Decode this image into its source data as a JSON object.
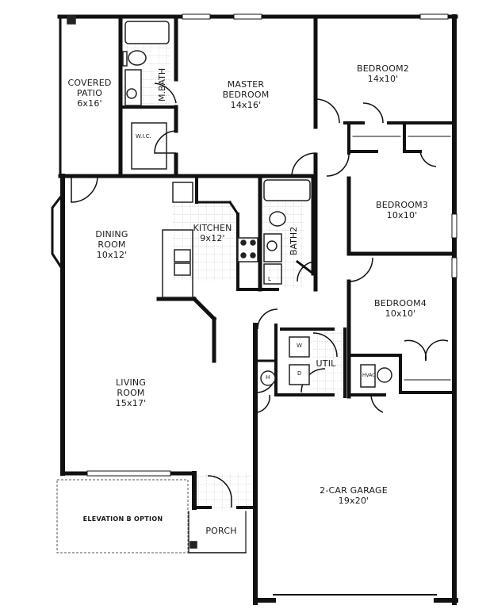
{
  "floor_plan": {
    "rooms": [
      {
        "id": "covered-patio",
        "name": "COVERED PATIO",
        "name_lines": [
          "COVERED",
          "PATIO"
        ],
        "dims": "6x16'"
      },
      {
        "id": "master-bath",
        "name": "M.BATH"
      },
      {
        "id": "wic",
        "name": "W.I.C."
      },
      {
        "id": "master-bedroom",
        "name": "MASTER BEDROOM",
        "name_lines": [
          "MASTER",
          "BEDROOM"
        ],
        "dims": "14x16'"
      },
      {
        "id": "bedroom2",
        "name": "BEDROOM2",
        "dims": "14x10'"
      },
      {
        "id": "bedroom3",
        "name": "BEDROOM3",
        "dims": "10x10'"
      },
      {
        "id": "dining-room",
        "name": "DINING ROOM",
        "name_lines": [
          "DINING",
          "ROOM"
        ],
        "dims": "10x12'"
      },
      {
        "id": "kitchen",
        "name": "KITCHEN",
        "dims": "9x12'"
      },
      {
        "id": "bath2",
        "name": "BATH2"
      },
      {
        "id": "bedroom4",
        "name": "BEDROOM4",
        "dims": "10x10'"
      },
      {
        "id": "util",
        "name": "UTIL"
      },
      {
        "id": "living-room",
        "name": "LIVING ROOM",
        "name_lines": [
          "LIVING",
          "ROOM"
        ],
        "dims": "15x17'"
      },
      {
        "id": "garage",
        "name": "2-CAR GARAGE",
        "dims": "19x20'"
      },
      {
        "id": "porch",
        "name": "PORCH"
      },
      {
        "id": "elevation-option",
        "name": "ELEVATION B OPTION"
      }
    ],
    "fixture_labels": {
      "washer": "W",
      "dryer": "D",
      "water_heater": "H",
      "hvac": "HVAC",
      "linen": "L"
    },
    "colors": {
      "wall": "#111111",
      "background": "#ffffff",
      "tile_grid": "#bbbbbb",
      "fixture_line": "#222222"
    }
  }
}
